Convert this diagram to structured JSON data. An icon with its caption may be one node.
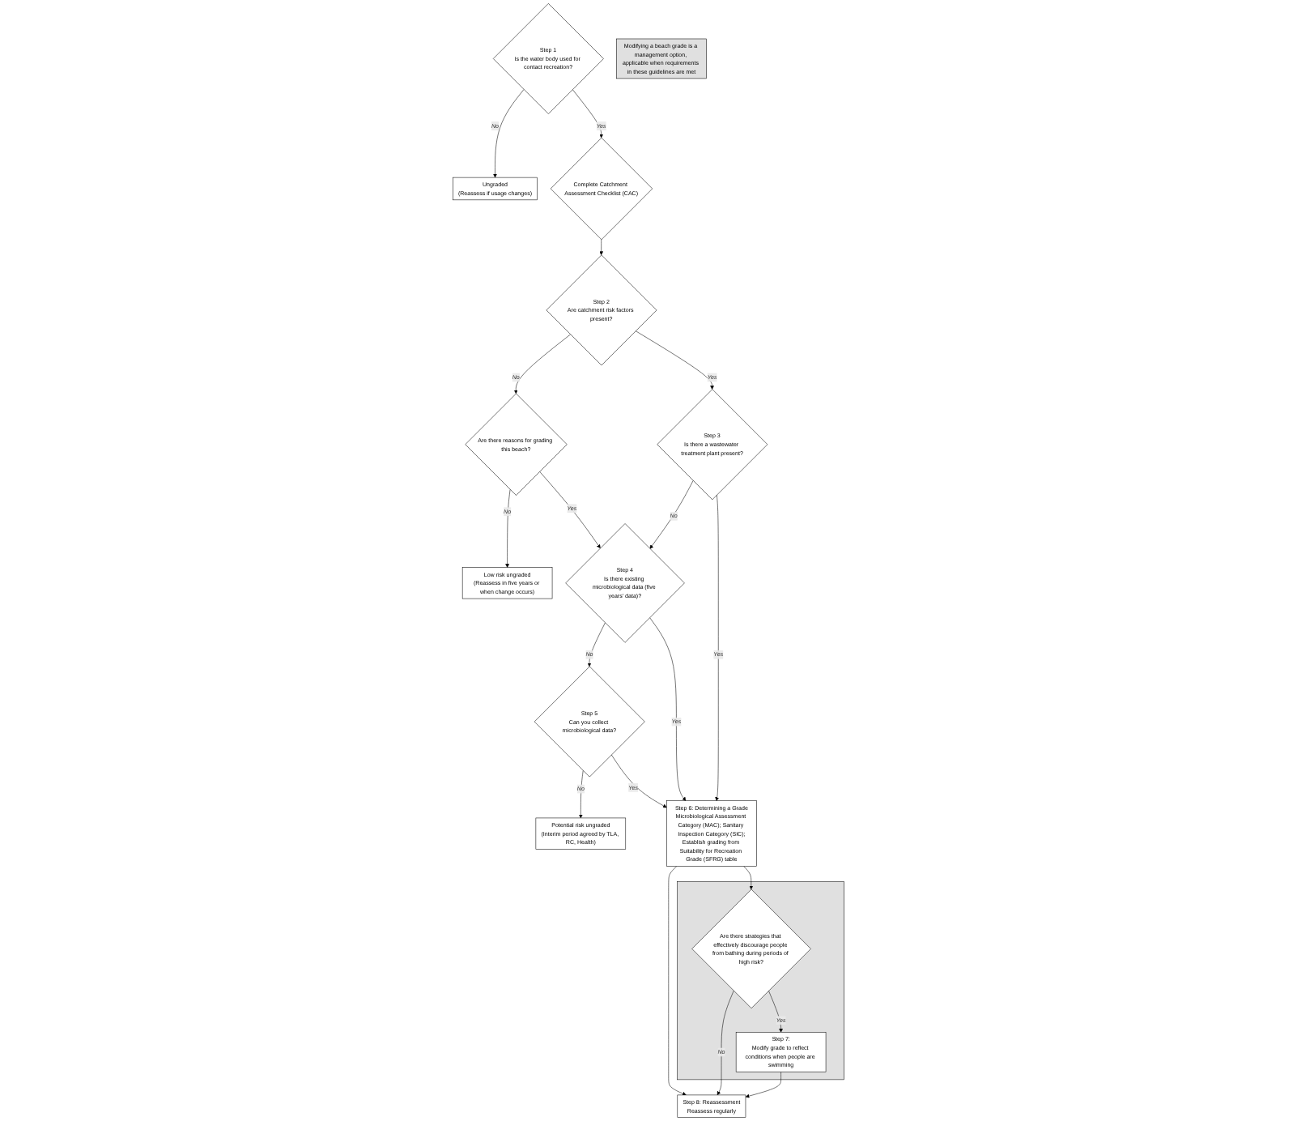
{
  "diagram": {
    "nodes": [
      {
        "text": [
          "Step 1",
          "Is the water body used for contact recreation?"
        ]
      },
      {
        "text": [
          "Ungraded",
          "(Reassess if usage changes)"
        ]
      },
      {
        "text": [
          "Complete Catchment Assessment Checklist (CAC)"
        ]
      },
      {
        "text": [
          "Step 2",
          "Are catchment risk factors present?"
        ]
      },
      {
        "text": [
          "Are there reasons for grading this beach?"
        ]
      },
      {
        "text": [
          "Low risk ungraded",
          "(Reassess in five years or when change occurs)"
        ]
      },
      {
        "text": [
          "Step 3",
          "Is there a wastewater treatment plant present?"
        ]
      },
      {
        "text": [
          "Step 4",
          "Is there existing microbiological data (five years' data)?"
        ]
      },
      {
        "text": [
          "Step 5",
          "Can you collect microbiological data?"
        ]
      },
      {
        "text": [
          "Potential risk ungraded",
          "(Interim period agreed by TLA, RC, Health)"
        ]
      },
      {
        "text": [
          "Step 6: Determining a Grade",
          "Microbiological Assessment Category (MAC); Sanitary Inspection Category (SIC);",
          "Establish grading from Suitability for Recreation Grade (SFRG) table"
        ]
      },
      {
        "text": [
          "Step 8: Reassessment",
          "Reassess regularly"
        ]
      },
      {
        "text": [
          "Modifying a beach grade is a management option, applicable when requirements in these guidelines are met"
        ]
      },
      {
        "text": [],
        "shape": "box"
      },
      {
        "text": [
          "Are there strategies that effectively discourage people from bathing during periods of high risk?"
        ],
        "in": 13
      },
      {
        "text": [
          "Step 7:",
          "Modify grade to reflect conditions when people are swimming"
        ],
        "in": 13
      }
    ],
    "edges": [
      {
        "from": 0,
        "to": 1,
        "arrow": "to",
        "label": "No"
      },
      {
        "from": 0,
        "to": 2,
        "arrow": "to",
        "label": "Yes"
      },
      {
        "from": 2,
        "to": 3,
        "arrow": "to"
      },
      {
        "from": 3,
        "to": 4,
        "arrow": "to",
        "label": "No"
      },
      {
        "from": 3,
        "to": 6,
        "arrow": "to",
        "label": "Yes"
      },
      {
        "from": 4,
        "to": 5,
        "arrow": "to",
        "label": "No"
      },
      {
        "from": 4,
        "to": 7,
        "arrow": "to",
        "label": "Yes"
      },
      {
        "from": 6,
        "to": 7,
        "arrow": "to",
        "label": "No"
      },
      {
        "from": 6,
        "to": 10,
        "arrow": "to",
        "label": "Yes"
      },
      {
        "from": 7,
        "to": 8,
        "arrow": "to",
        "label": "No"
      },
      {
        "from": 7,
        "to": 10,
        "arrow": "to",
        "label": "Yes"
      },
      {
        "from": 8,
        "to": 9,
        "arrow": "to",
        "label": "No"
      },
      {
        "from": 8,
        "to": 10,
        "arrow": "to",
        "label": "Yes"
      },
      {
        "from": 10,
        "to": 11,
        "arrow": "to"
      },
      {
        "from": 10,
        "to": 14,
        "arrow": "to"
      },
      {
        "from": 14,
        "to": 11,
        "arrow": "to",
        "label": "No"
      },
      {
        "from": 14,
        "to": 15,
        "arrow": "to",
        "label": "Yes"
      },
      {
        "from": 15,
        "to": 11,
        "arrow": "to"
      }
    ]
  }
}
